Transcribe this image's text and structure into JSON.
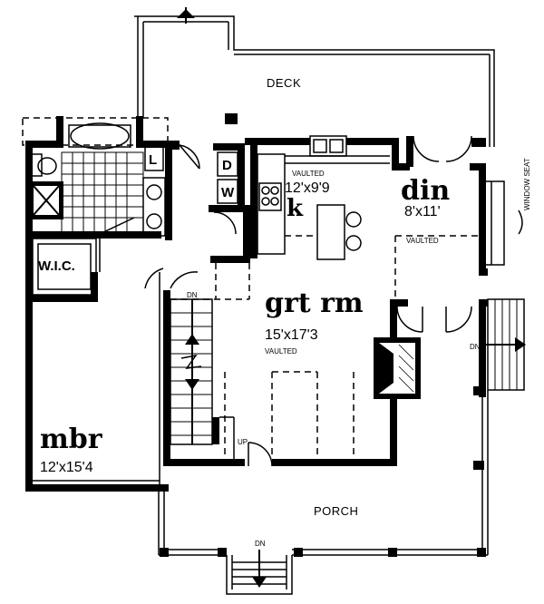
{
  "areas": {
    "deck": "DECK",
    "porch": "PORCH",
    "window_seat": "WINDOW SEAT"
  },
  "rooms": {
    "din": {
      "name": "din",
      "dims": "8'x11'",
      "note": "VAULTED"
    },
    "k": {
      "name": "k",
      "dims": "12'x9'9",
      "note": "VAULTED"
    },
    "grt_rm": {
      "name": "grt rm",
      "dims": "15'x17'3",
      "note": "VAULTED"
    },
    "mbr": {
      "name": "mbr",
      "dims": "12'x15'4"
    },
    "wic": {
      "name": "W.I.C."
    }
  },
  "appliances": {
    "laundry": "L",
    "dryer": "D",
    "washer": "W"
  },
  "stairs": {
    "down_interior": "DN",
    "up_interior": "UP",
    "down_east": "DN",
    "down_porch": "DN"
  }
}
